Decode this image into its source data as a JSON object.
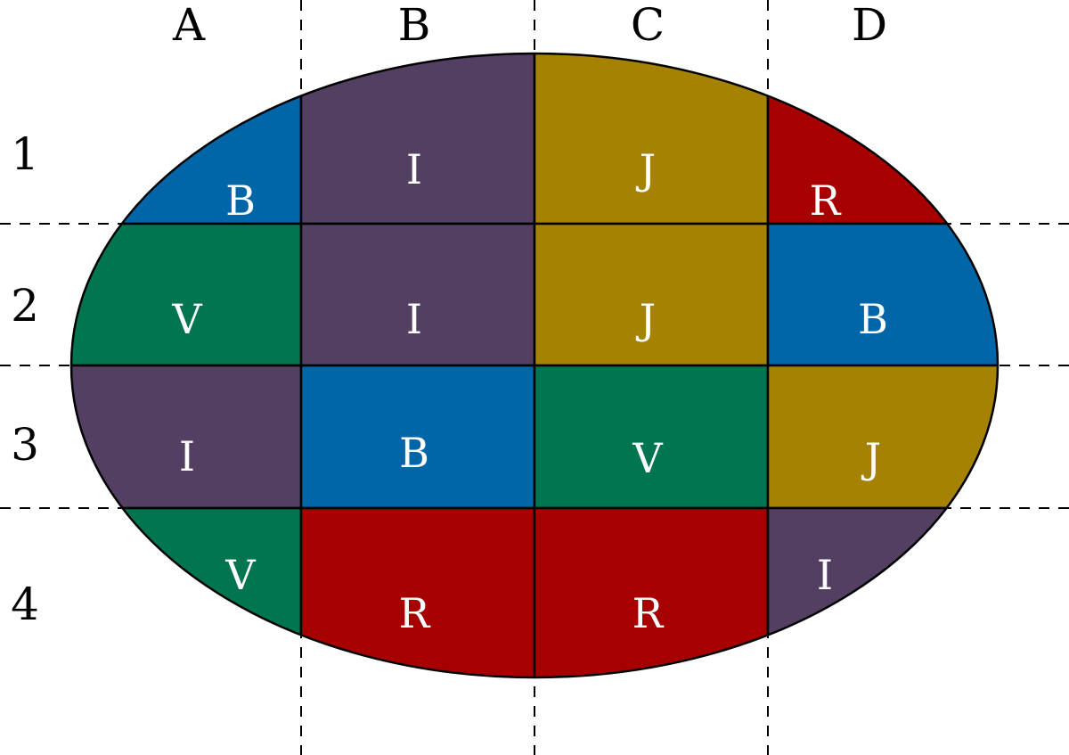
{
  "columns": [
    "A",
    "B",
    "C",
    "D"
  ],
  "rows": [
    "1",
    "2",
    "3",
    "4"
  ],
  "palette": {
    "B": "#0066a8",
    "I": "#533f62",
    "J": "#a68203",
    "R": "#a60000",
    "V": "#007550"
  },
  "cells": [
    [
      {
        "letter": "B",
        "color": "#0066a8"
      },
      {
        "letter": "I",
        "color": "#533f62"
      },
      {
        "letter": "J",
        "color": "#a68203"
      },
      {
        "letter": "R",
        "color": "#a60000"
      }
    ],
    [
      {
        "letter": "V",
        "color": "#007550"
      },
      {
        "letter": "I",
        "color": "#533f62"
      },
      {
        "letter": "J",
        "color": "#a68203"
      },
      {
        "letter": "B",
        "color": "#0066a8"
      }
    ],
    [
      {
        "letter": "I",
        "color": "#533f62"
      },
      {
        "letter": "B",
        "color": "#0066a8"
      },
      {
        "letter": "V",
        "color": "#007550"
      },
      {
        "letter": "J",
        "color": "#a68203"
      }
    ],
    [
      {
        "letter": "V",
        "color": "#007550"
      },
      {
        "letter": "R",
        "color": "#a60000"
      },
      {
        "letter": "R",
        "color": "#a60000"
      },
      {
        "letter": "I",
        "color": "#533f62"
      }
    ]
  ]
}
